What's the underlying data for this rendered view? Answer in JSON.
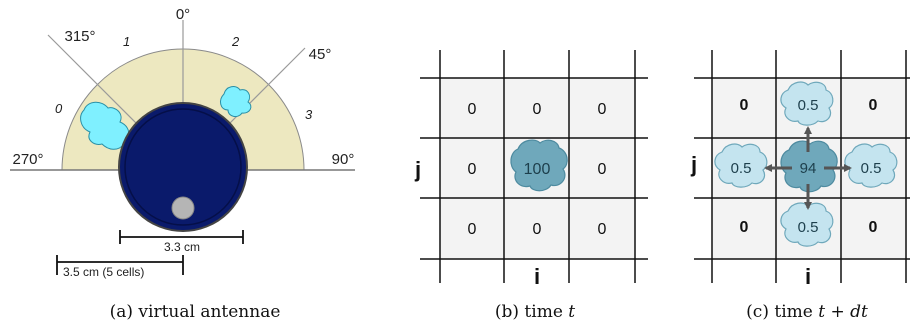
{
  "panel_a": {
    "angles": {
      "a0": "0°",
      "a45": "45°",
      "a90": "90°",
      "a270": "270°",
      "a315": "315°"
    },
    "antenna_numbers": [
      "0",
      "1",
      "2",
      "3"
    ],
    "scale_robot": "3.3 cm",
    "scale_cells": "3.5 cm (5 cells)",
    "caption": "(a) virtual antennae"
  },
  "panel_b": {
    "grid": [
      [
        "0",
        "0",
        "0"
      ],
      [
        "0",
        "100",
        "0"
      ],
      [
        "0",
        "0",
        "0"
      ]
    ],
    "row_label": "j",
    "col_label": "i",
    "caption_prefix": "(b) time ",
    "caption_var": "t"
  },
  "panel_c": {
    "grid": [
      [
        "0",
        "0.5",
        "0"
      ],
      [
        "0.5",
        "94",
        "0.5"
      ],
      [
        "0",
        "0.5",
        "0"
      ]
    ],
    "row_label": "j",
    "col_label": "i",
    "caption_prefix": "(c) time ",
    "caption_var": "t + dt"
  },
  "colors": {
    "robot_body": "#0a1a6b",
    "sensor_fan": "#ede8c0",
    "antenna_blob": "#7ff0ff",
    "pheromone": "#6fa8bb",
    "pheromone_light": "#c4e4ef",
    "grid_cell": "#f3f3f3"
  }
}
